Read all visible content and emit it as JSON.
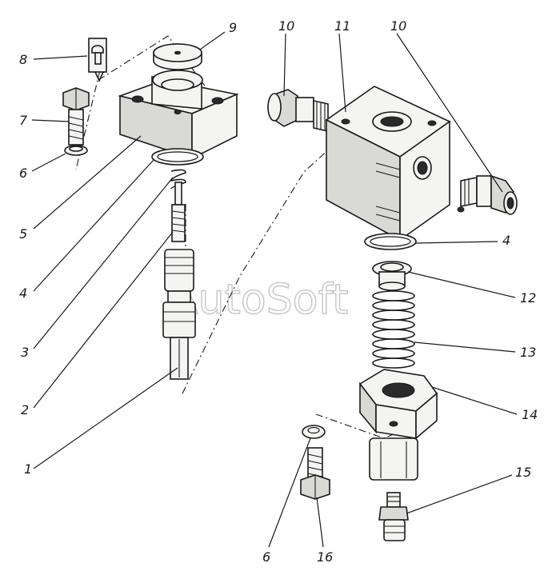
{
  "watermark": "AutoSoft",
  "callouts": [
    {
      "id": "c9",
      "text": "9"
    },
    {
      "id": "c10a",
      "text": "10"
    },
    {
      "id": "c11",
      "text": "11"
    },
    {
      "id": "c10b",
      "text": "10"
    },
    {
      "id": "c8",
      "text": "8"
    },
    {
      "id": "c7",
      "text": "7"
    },
    {
      "id": "c6a",
      "text": "6"
    },
    {
      "id": "c5",
      "text": "5"
    },
    {
      "id": "c4a",
      "text": "4"
    },
    {
      "id": "c3",
      "text": "3"
    },
    {
      "id": "c2",
      "text": "2"
    },
    {
      "id": "c1",
      "text": "1"
    },
    {
      "id": "c4b",
      "text": "4"
    },
    {
      "id": "c12",
      "text": "12"
    },
    {
      "id": "c13",
      "text": "13"
    },
    {
      "id": "c14",
      "text": "14"
    },
    {
      "id": "c15",
      "text": "15"
    },
    {
      "id": "c6b",
      "text": "6"
    },
    {
      "id": "c16",
      "text": "16"
    }
  ]
}
